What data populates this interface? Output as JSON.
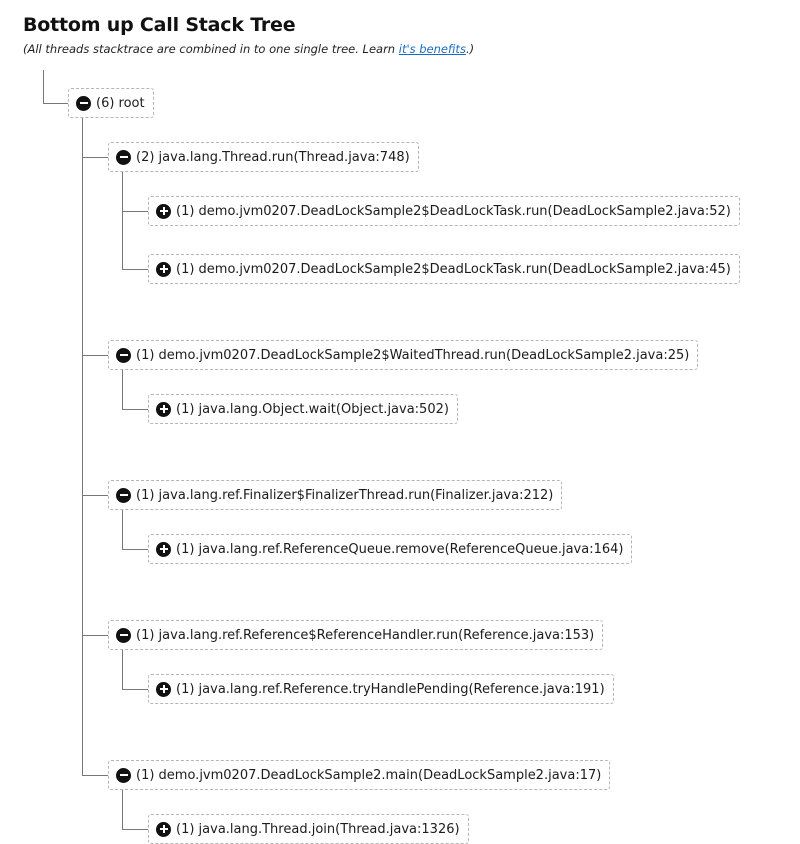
{
  "header": {
    "title": "Bottom up Call Stack Tree",
    "subtitle_prefix": "(All threads stacktrace are combined in to one single tree. Learn ",
    "subtitle_link": "it's benefits",
    "subtitle_suffix": ".)"
  },
  "tree": {
    "root": {
      "label": "(6) root",
      "expanded": true,
      "children": [
        {
          "label": "(2) java.lang.Thread.run(Thread.java:748)",
          "expanded": true,
          "children": [
            {
              "label": "(1) demo.jvm0207.DeadLockSample2$DeadLockTask.run(DeadLockSample2.java:52)",
              "expanded": false
            },
            {
              "label": "(1) demo.jvm0207.DeadLockSample2$DeadLockTask.run(DeadLockSample2.java:45)",
              "expanded": false
            }
          ]
        },
        {
          "label": "(1) demo.jvm0207.DeadLockSample2$WaitedThread.run(DeadLockSample2.java:25)",
          "expanded": true,
          "children": [
            {
              "label": "(1) java.lang.Object.wait(Object.java:502)",
              "expanded": false
            }
          ]
        },
        {
          "label": "(1) java.lang.ref.Finalizer$FinalizerThread.run(Finalizer.java:212)",
          "expanded": true,
          "children": [
            {
              "label": "(1) java.lang.ref.ReferenceQueue.remove(ReferenceQueue.java:164)",
              "expanded": false
            }
          ]
        },
        {
          "label": "(1) java.lang.ref.Reference$ReferenceHandler.run(Reference.java:153)",
          "expanded": true,
          "children": [
            {
              "label": "(1) java.lang.ref.Reference.tryHandlePending(Reference.java:191)",
              "expanded": false
            }
          ]
        },
        {
          "label": "(1) demo.jvm0207.DeadLockSample2.main(DeadLockSample2.java:17)",
          "expanded": true,
          "children": [
            {
              "label": "(1) java.lang.Thread.join(Thread.java:1326)",
              "expanded": false
            }
          ]
        }
      ]
    }
  },
  "icons": {
    "expanded": "minus-circle-icon",
    "collapsed": "plus-circle-icon"
  },
  "colors": {
    "link": "#1a6cc2",
    "connector": "#777777",
    "node_border": "#b5b5b5"
  }
}
